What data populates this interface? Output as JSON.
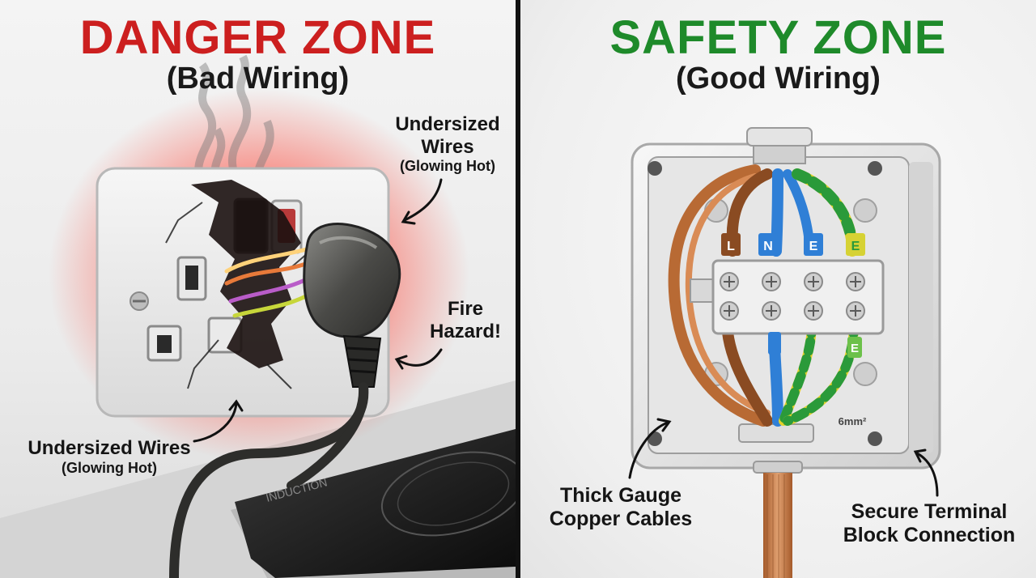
{
  "danger": {
    "title": "DANGER ZONE",
    "subtitle": "(Bad Wiring)",
    "callouts": {
      "top_line1": "Undersized",
      "top_line2": "Wires",
      "top_note": "(Glowing Hot)",
      "fire_line1": "Fire",
      "fire_line2": "Hazard!",
      "bottom_line1": "Undersized Wires",
      "bottom_note": "(Glowing Hot)"
    },
    "appliance_text": "INDUCTION",
    "colors": {
      "heading": "#cc1f1f",
      "glow": "#ff2a1a"
    }
  },
  "safety": {
    "title": "SAFETY ZONE",
    "subtitle": "(Good Wiring)",
    "terminal_tags": [
      "L",
      "N",
      "E",
      "E"
    ],
    "cable_size": "6mm²",
    "callouts": {
      "left_line1": "Thick Gauge",
      "left_line2": "Copper Cables",
      "right_line1": "Secure Terminal",
      "right_line2": "Block Connection"
    },
    "colors": {
      "heading": "#1e8a2a",
      "live": "#8a4b22",
      "neutral": "#2f7fd6",
      "earth_yellow": "#e3d12a",
      "earth_green": "#2a9a3a",
      "copper": "#c87a45"
    }
  }
}
